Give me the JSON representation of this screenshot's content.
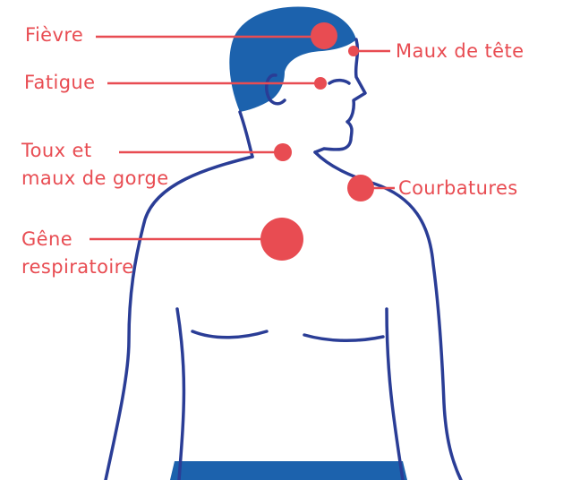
{
  "colors": {
    "symptom": "#e84c52",
    "outline": "#2a3d96",
    "hair": "#1c62ad",
    "shorts": "#1c62ad",
    "background": "#ffffff"
  },
  "symptoms": {
    "fievre": "Fièvre",
    "maux_de_tete": "Maux de tête",
    "fatigue": "Fatigue",
    "toux_line1": "Toux et",
    "toux_line2": "maux de gorge",
    "courbatures": "Courbatures",
    "gene_line1": "Gêne",
    "gene_line2": "respiratoire"
  }
}
